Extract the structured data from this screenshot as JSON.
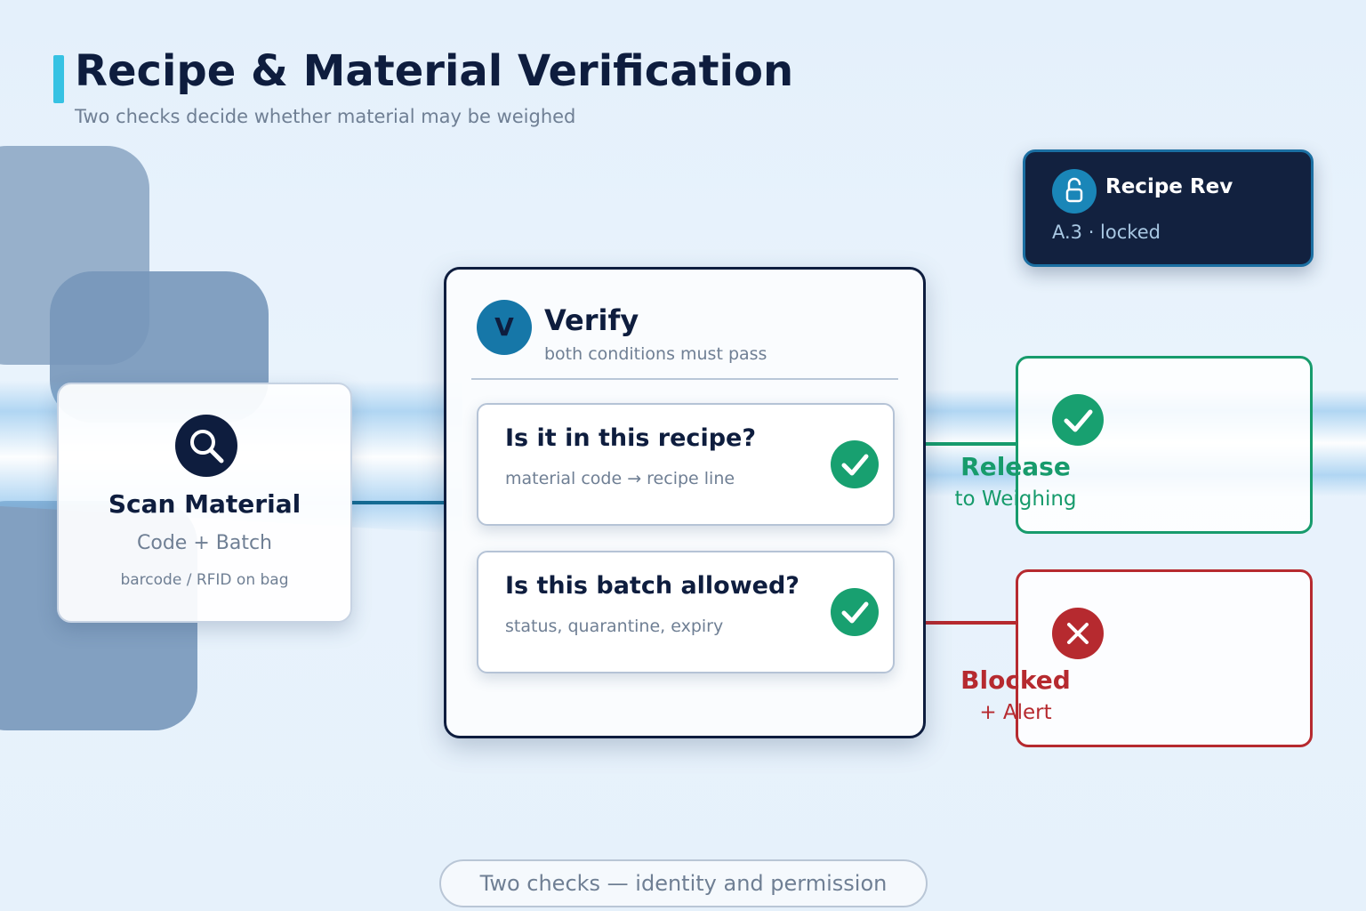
{
  "header": {
    "title": "Recipe & Material Verification",
    "subtitle": "Two checks decide whether material may be weighed"
  },
  "scan": {
    "title": "Scan Material",
    "subtitle": "Code + Batch",
    "note": "barcode / RFID on bag",
    "icon": "search-icon"
  },
  "verify": {
    "badge": "V",
    "title": "Verify",
    "subtitle": "both conditions must pass",
    "checks": [
      {
        "question": "Is it in this recipe?",
        "detail": "material code → recipe line",
        "icon": "check-icon"
      },
      {
        "question": "Is this batch allowed?",
        "detail": "status, quarantine, expiry",
        "icon": "check-icon"
      }
    ]
  },
  "recipe_rev": {
    "title": "Recipe Rev",
    "subtitle": "A.3 · locked",
    "icon": "unlock-icon"
  },
  "outcomes": {
    "release": {
      "label": "Release",
      "sub": "to Weighing",
      "icon": "check-icon"
    },
    "blocked": {
      "label": "Blocked",
      "sub": "+ Alert",
      "icon": "x-icon"
    }
  },
  "footer": {
    "text": "Two checks — identity and permission"
  },
  "colors": {
    "navy": "#0e1d3e",
    "accent": "#36c2e3",
    "pass": "#18a070",
    "fail": "#b62a2f",
    "muted": "#6f7f94"
  }
}
